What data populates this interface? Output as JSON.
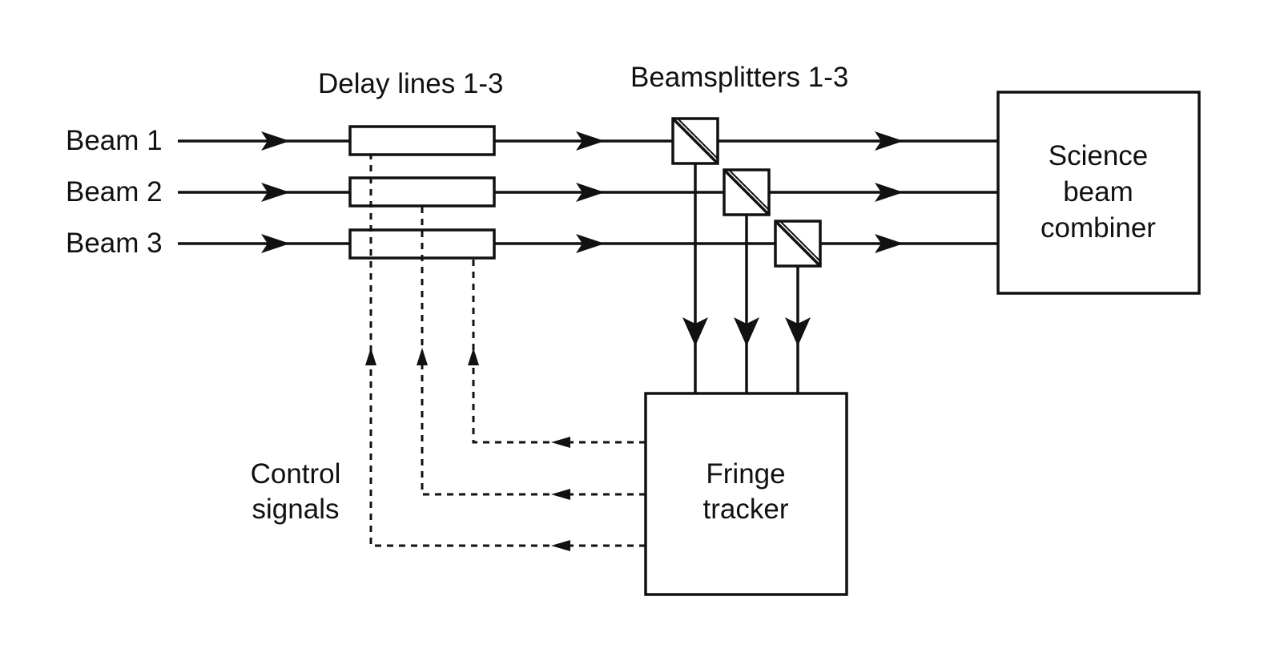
{
  "labels": {
    "beam_1": "Beam 1",
    "beam_2": "Beam 2",
    "beam_3": "Beam 3",
    "delay_lines": "Delay lines 1-3",
    "beamsplitters": "Beamsplitters 1-3",
    "science_combiner": [
      "Science",
      "beam",
      "combiner"
    ],
    "fringe_tracker": [
      "Fringe",
      "tracker"
    ],
    "control_signals": [
      "Control",
      "signals"
    ]
  },
  "colors": {
    "ink": "#111111",
    "background": "#ffffff"
  }
}
